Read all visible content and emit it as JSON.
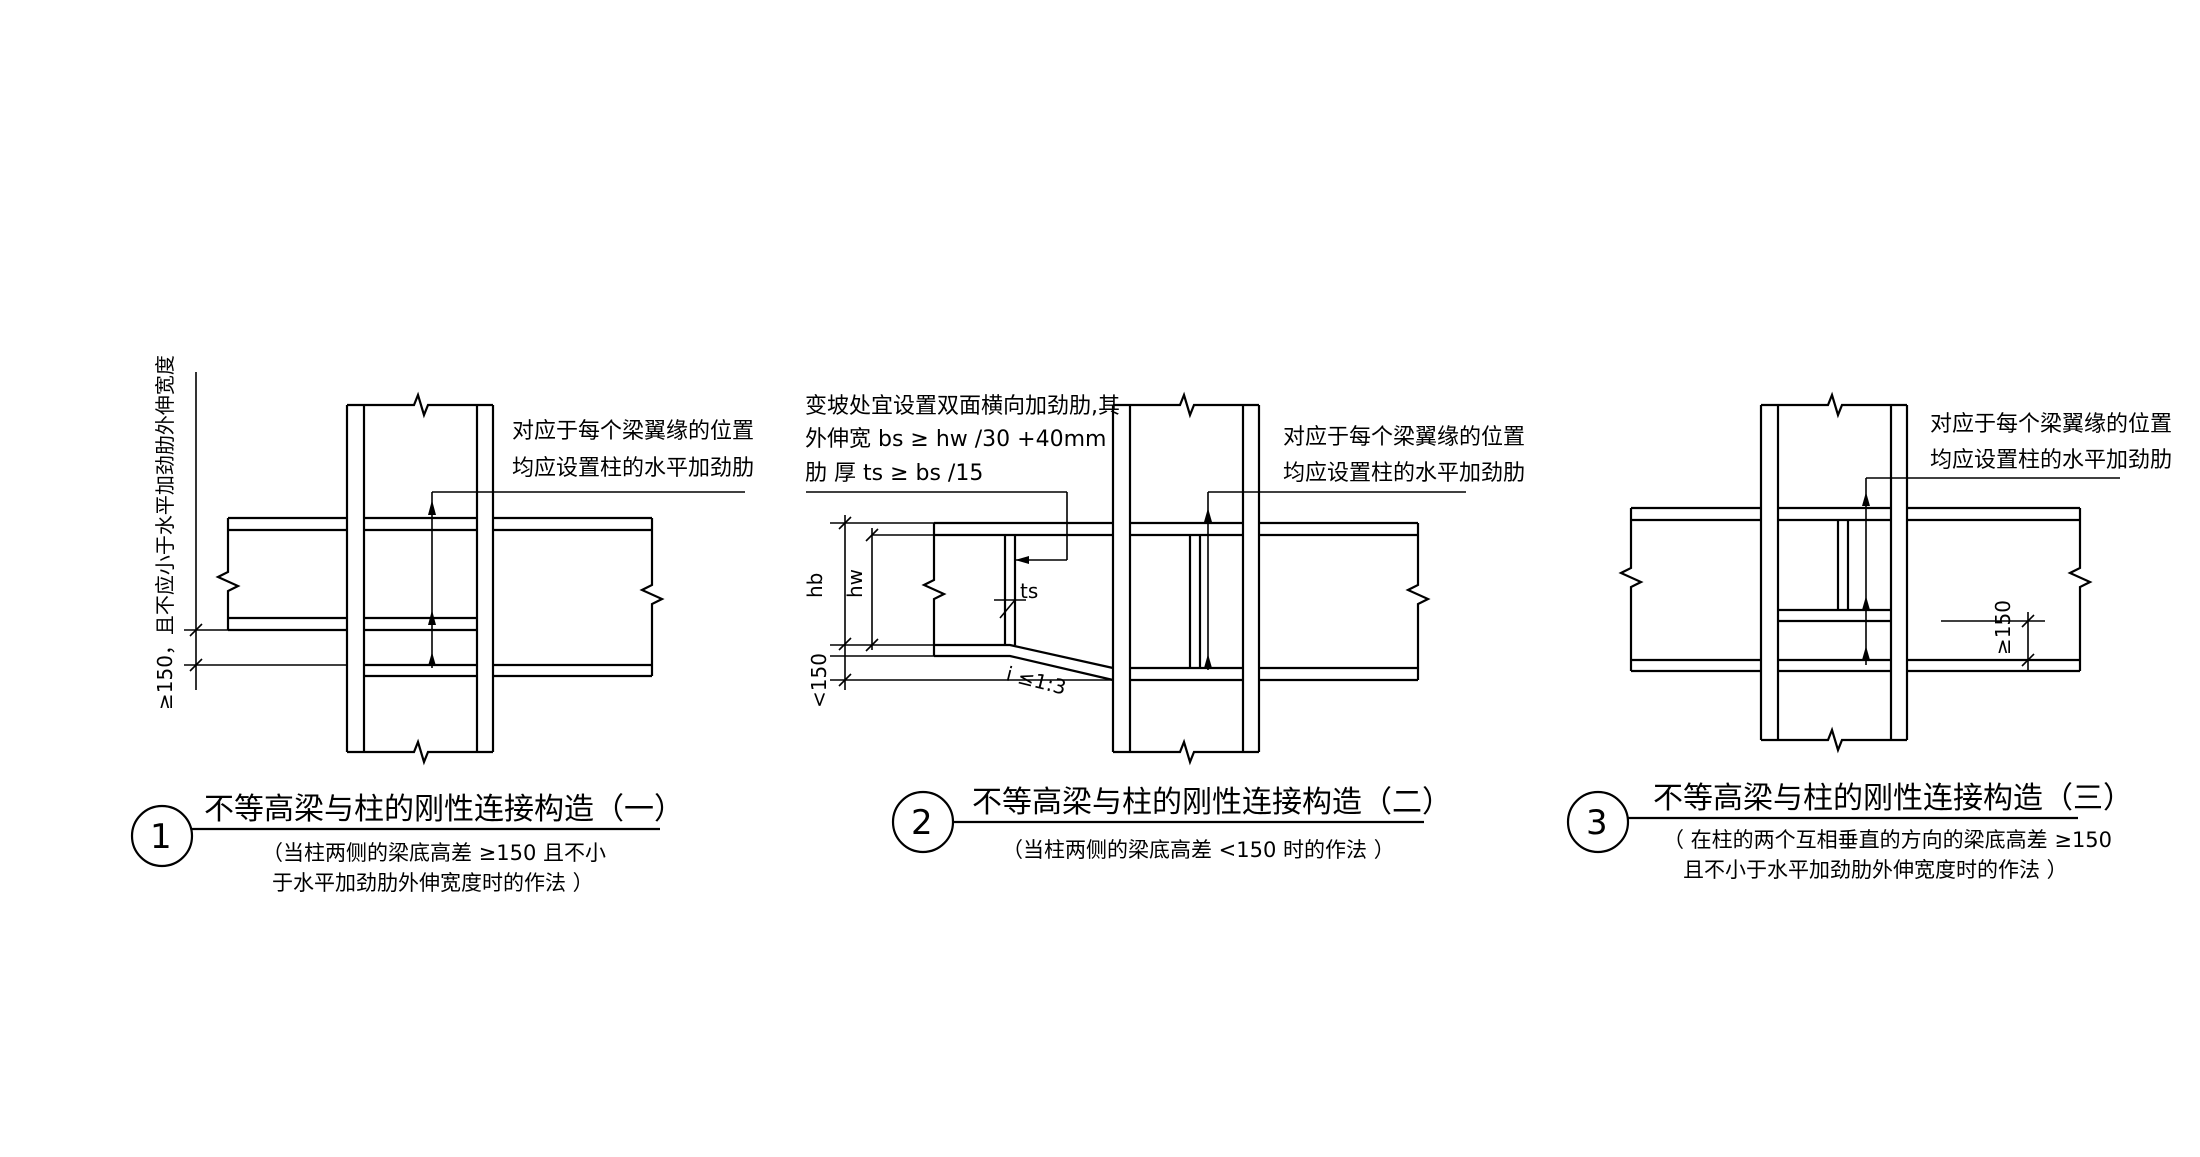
{
  "detail1": {
    "number": "1",
    "title": "不等高梁与柱的刚性连接构造（一）",
    "subtitle_line1": "（当柱两侧的梁底高差 ≥150  且不小",
    "subtitle_line2": "于水平加劲肋外伸宽度时的作法 ）",
    "note_line1": "对应于每个梁翼缘的位置",
    "note_line2": "均应设置柱的水平加劲肋",
    "dim_label": "≥150，且不应小于水平加劲肋外伸宽度"
  },
  "detail2": {
    "number": "2",
    "title": "不等高梁与柱的刚性连接构造（二）",
    "subtitle": "（当柱两侧的梁底高差 <150  时的作法 ）",
    "top_note_line1": "变坡处宜设置双面横向加劲肋,其",
    "top_note_line2": "外伸宽  bs ≥ hw /30  +40mm",
    "top_note_line3": "肋  厚    ts ≥ bs /15",
    "note_line1": "对应于每个梁翼缘的位置",
    "note_line2": "均应设置柱的水平加劲肋",
    "dim_hb": "hb",
    "dim_hw": "hw",
    "dim_ts": "ts",
    "dim_lt150": "<150",
    "slope": "i ≤1:3"
  },
  "detail3": {
    "number": "3",
    "title": "不等高梁与柱的刚性连接构造（三）",
    "subtitle_line1": "（ 在柱的两个互相垂直的方向的梁底高差  ≥150",
    "subtitle_line2": "且不小于水平加劲肋外伸宽度时的作法  ）",
    "note_line1": "对应于每个梁翼缘的位置",
    "note_line2": "均应设置柱的水平加劲肋",
    "dim_label": "≥150"
  }
}
